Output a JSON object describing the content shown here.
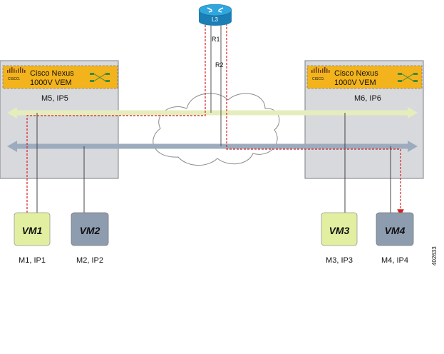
{
  "router": {
    "label": "L3"
  },
  "routes": {
    "r1": "R1",
    "r2": "R2"
  },
  "hosts": [
    {
      "title_line1": "Cisco Nexus",
      "title_line2": "1000V VEM",
      "addr": "M5, IP5",
      "logo_text": "CISCO."
    },
    {
      "title_line1": "Cisco Nexus",
      "title_line2": "1000V VEM",
      "addr": "M6, IP6",
      "logo_text": "CISCO."
    }
  ],
  "vms": [
    {
      "name": "VM1",
      "addr": "M1, IP1"
    },
    {
      "name": "VM2",
      "addr": "M2, IP2"
    },
    {
      "name": "VM3",
      "addr": "M3, IP3"
    },
    {
      "name": "VM4",
      "addr": "M4, IP4"
    }
  ],
  "figure_id": "402633",
  "colors": {
    "host_bg": "#d8d9dc",
    "vem_banner": "#f2b31c",
    "light_vm": "#e3efa0",
    "blue_vm": "#8e9cb0",
    "light_bus": "#e6edbd",
    "blue_bus": "#9cabbe",
    "path": "#d42020",
    "router": "#1f8fc6"
  }
}
